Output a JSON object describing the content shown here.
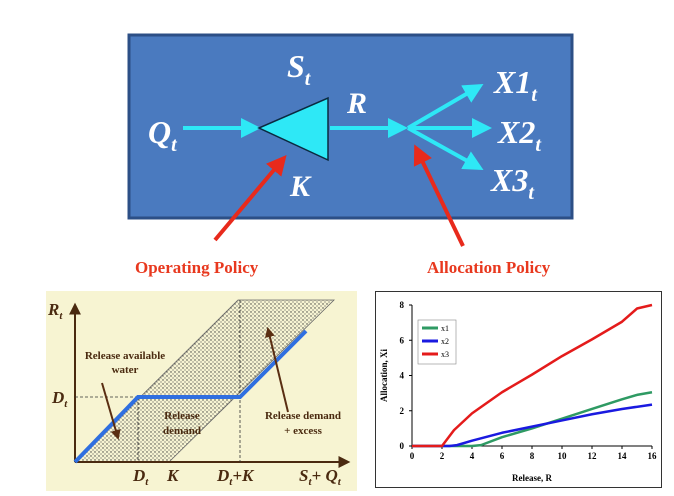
{
  "top_diagram": {
    "inflow": "Q",
    "inflow_sub": "t",
    "storage": "S",
    "storage_sub": "t",
    "capacity": "K",
    "release": "R",
    "outputs": [
      {
        "label": "X1",
        "sub": "t"
      },
      {
        "label": "X2",
        "sub": "t"
      },
      {
        "label": "X3",
        "sub": "t"
      }
    ],
    "colors": {
      "box": "#4a7abf",
      "border": "#2c4f86",
      "arrow": "#2ee8f6",
      "pointer": "#e82a1c",
      "text": "#ffffff"
    }
  },
  "captions": {
    "operating": "Operating Policy",
    "allocation": "Allocation Policy"
  },
  "operating_policy_chart": {
    "y_axis": "R",
    "y_axis_sub": "t",
    "y_tick": "D",
    "y_tick_sub": "t",
    "x_ticks": [
      {
        "main": "D",
        "sub": "t"
      },
      {
        "main": "K",
        "sub": ""
      },
      {
        "main": "D",
        "sub": "t",
        "suffix": "+K"
      }
    ],
    "x_axis": {
      "s": "S",
      "s_sub": "t",
      "plus": "+ Q",
      "q_sub": "t"
    },
    "annotations": {
      "release_available": "Release available",
      "release_available_2": "water",
      "release_demand_1": "Release",
      "release_demand_2": "demand",
      "release_excess_1": "Release demand",
      "release_excess_2": "+ excess"
    },
    "colors": {
      "background": "#f7f4d2",
      "line": "#2f6fe0",
      "arrow": "#5a2e12",
      "text": "#4a2a10"
    }
  },
  "chart_data": {
    "type": "line",
    "xlabel": "Release, R",
    "ylabel": "Allocation, Xi",
    "xlim": [
      0,
      16
    ],
    "ylim": [
      0,
      8
    ],
    "xticks": [
      0,
      2,
      4,
      6,
      8,
      10,
      12,
      14,
      16
    ],
    "yticks": [
      0,
      2,
      4,
      6,
      8
    ],
    "legend_position": "top-left",
    "series": [
      {
        "name": "x1",
        "color": "#2e9a63",
        "x": [
          0,
          2,
          4,
          4.6,
          6,
          8,
          10,
          12,
          14,
          15,
          16
        ],
        "y": [
          0,
          0,
          0,
          0.05,
          0.5,
          1.0,
          1.55,
          2.1,
          2.65,
          2.9,
          3.05
        ]
      },
      {
        "name": "x2",
        "color": "#1a1ae0",
        "x": [
          0,
          2,
          2.5,
          3,
          4,
          6,
          8,
          10,
          12,
          14,
          16
        ],
        "y": [
          0,
          0,
          0,
          0.05,
          0.3,
          0.75,
          1.1,
          1.45,
          1.8,
          2.1,
          2.35
        ]
      },
      {
        "name": "x3",
        "color": "#e41b1b",
        "x": [
          0,
          2,
          2.8,
          4,
          6,
          8,
          10,
          12,
          14,
          15,
          16
        ],
        "y": [
          0,
          0,
          0.9,
          1.85,
          3.05,
          4.05,
          5.1,
          6.05,
          7.05,
          7.8,
          8.0
        ]
      }
    ]
  }
}
